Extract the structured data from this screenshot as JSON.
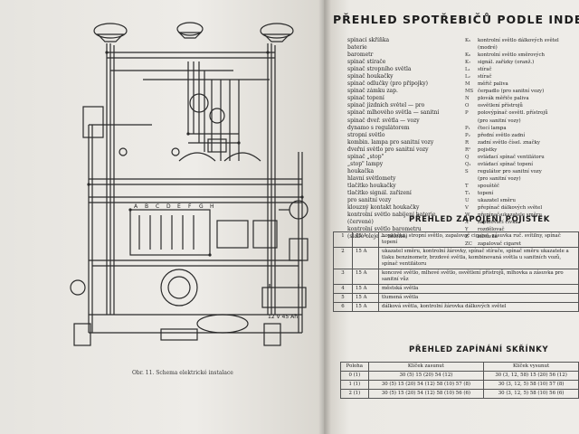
{
  "figure": {
    "caption": "Obr. 11. Schema elektrické instalace",
    "labels": {
      "wire_gauge": "12 V 45 Ah",
      "fuse_letters": [
        "A",
        "B",
        "C",
        "D",
        "E",
        "F",
        "G",
        "H"
      ]
    }
  },
  "index": {
    "title": "PŘEHLED SPOTŘEBIČŮ PODLE INDEXU",
    "left_items": [
      "spínací skříňka",
      "baterie",
      "barometr",
      "spínač stírače",
      "spínač stropního světla",
      "spínač houkačky",
      "spínač odlučky (pro přípojky)",
      "spínač zámku zap.",
      "spínač topení",
      "spínač jízdních světel — pro",
      "spínač mlhového světla — sanitní",
      "spínač dveř. světla — vozy",
      "dynamo s regulátorem",
      "stropní světlo",
      "kombin. lampa pro sanitní vozy",
      "dveřní světlo pro sanitní vozy",
      "spínač „stop\"",
      "„stop\" lampy",
      "houkačka",
      "hlavní světlomety",
      "tlačítko houkačky",
      "tlačítko signál. zařízení",
      "pro sanitní vozy",
      "klouzný kontakt houkačky",
      "kontrolní světlo nabíjení baterie",
      "(červené)",
      "kontrolní světlo barometru",
      "(slabé oleje — zelené)"
    ],
    "right_items": [
      {
        "k": "K₅",
        "t": "kontrolní světlo dálkových světel"
      },
      {
        "k": "",
        "t": "(modré)"
      },
      {
        "k": "K₆",
        "t": "kontrolní světlo směrových"
      },
      {
        "k": "K₇",
        "t": "signál. zařízky (oranž.)"
      },
      {
        "k": "L₁",
        "t": "stírač"
      },
      {
        "k": "L₂",
        "t": "stírač"
      },
      {
        "k": "M",
        "t": "měřič paliva"
      },
      {
        "k": "MS",
        "t": "čerpadlo (pro sanitní vozy)"
      },
      {
        "k": "N",
        "t": "plovák měřiče paliva"
      },
      {
        "k": "O",
        "t": "osvětlení přístrojů"
      },
      {
        "k": "P",
        "t": "polovýpínač osvětl. přístrojů"
      },
      {
        "k": "",
        "t": "(pro sanitní vozy)"
      },
      {
        "k": "P₁",
        "t": "čtecí lampa"
      },
      {
        "k": "P₂",
        "t": "přední světlo zadní"
      },
      {
        "k": "R",
        "t": "zadní světlo čísel. značky"
      },
      {
        "k": "R¹",
        "t": "pojistky"
      },
      {
        "k": "Q",
        "t": "ovládací spínač ventilátoru"
      },
      {
        "k": "Q₁",
        "t": "ovládací spínač topení"
      },
      {
        "k": "S",
        "t": "regulátor pro sanitní vozy"
      },
      {
        "k": "",
        "t": "(pro sanitní vozy)"
      },
      {
        "k": "T",
        "t": "spouštěč"
      },
      {
        "k": "T₁",
        "t": "topení"
      },
      {
        "k": "U",
        "t": "ukazatel směru"
      },
      {
        "k": "V",
        "t": "přepínač dálkových světel"
      },
      {
        "k": "W",
        "t": "přepínač ukazatele směru"
      },
      {
        "k": "X",
        "t": "zapalovací cívka"
      },
      {
        "k": "Y",
        "t": "rozdělovač"
      },
      {
        "k": "Z",
        "t": "zásuvka"
      },
      {
        "k": "ZC",
        "t": "zapalovač cigaret"
      }
    ]
  },
  "fuses": {
    "title": "PŘEHLED ZAPOJENÍ POJISTEK",
    "rows": [
      {
        "n": "1",
        "a": "15 A",
        "text": "houkačka, stropní světlo, zapalovač cigaret, zásuvka ruč. svítilny, spínač topení"
      },
      {
        "n": "2",
        "a": "15 A",
        "text": "ukazatel směru, kontrolní žárovky, spínač stírače, spínač směru ukazatele a tlaku benzinometr, brzdové světla, kombinovaná světla u sanitních vozů, spínač ventilátoru"
      },
      {
        "n": "3",
        "a": "15 A",
        "text": "koncové světlo, mlhové světlo, osvětlení přístrojů, mlhovka a zásuvka pro sanitní vůz"
      },
      {
        "n": "4",
        "a": "15 A",
        "text": "městská světla"
      },
      {
        "n": "5",
        "a": "15 A",
        "text": "tlumená světla"
      },
      {
        "n": "6",
        "a": "15 A",
        "text": "dálková světla, kontrolní žárovka dálkových světel"
      }
    ]
  },
  "switch": {
    "title": "PŘEHLED ZAPÍNÁNÍ SKŘÍNKY",
    "headers": [
      "Poloha",
      "Klíček zasunut",
      "Klíček vysunut"
    ],
    "rows": [
      {
        "pos": "0 (1)",
        "in": "30 (5) 15 (20) 54 (12)",
        "out": "30 (3, 12, 58) 15 (20) 56 (12)"
      },
      {
        "pos": "1 (1)",
        "in": "30 (5) 15 (20) 54 (12) 58 (10) 57 (8)",
        "out": "30 (3, 12, 5) 58 (10) 57 (8)"
      },
      {
        "pos": "2 (1)",
        "in": "30 (5) 15 (20) 54 (12) 58 (10) 56 (6)",
        "out": "30 (3, 12, 5) 58 (10) 56 (6)"
      }
    ]
  }
}
